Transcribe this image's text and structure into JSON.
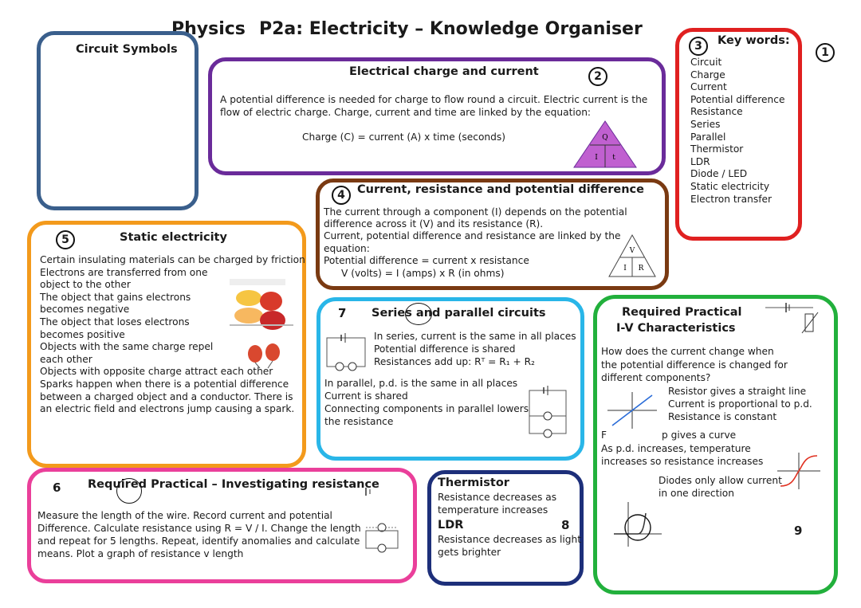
{
  "title": {
    "subject": "Physics",
    "topic": "P2a: Electricity – Knowledge Organiser"
  },
  "page_number": "1",
  "circuit_symbols": {
    "heading": "Circuit Symbols"
  },
  "charge_current": {
    "number": "2",
    "heading": "Electrical charge and current",
    "lines": [
      "A potential difference is needed for charge to flow round a circuit. Electric current is the",
      "flow of electric charge. Charge, current and time are linked by the equation:"
    ],
    "equation": "Charge (C) = current (A) x time (seconds)",
    "triangle": {
      "top": "Q",
      "left": "I",
      "right": "t"
    }
  },
  "key_words": {
    "number": "3",
    "heading": "Key words:",
    "items": [
      "Circuit",
      "Charge",
      "Current",
      "Potential difference",
      "Resistance",
      "Series",
      "Parallel",
      "Thermistor",
      "LDR",
      "Diode / LED",
      "Static electricity",
      "Electron transfer"
    ]
  },
  "current_resistance": {
    "number": "4",
    "heading": "Current, resistance and potential difference",
    "lines": [
      "The current through a component (I) depends on the potential",
      "difference across it (V) and its resistance (R).",
      "Current, potential difference and resistance are linked by the",
      "equation:",
      "Potential difference = current x resistance",
      "V (volts)  =  I (amps)  x  R (in ohms)"
    ],
    "triangle": {
      "top": "V",
      "left": "I",
      "right": "R"
    }
  },
  "static": {
    "number": "5",
    "heading": "Static electricity",
    "lines": [
      "Certain insulating materials can be charged by friction",
      "Electrons are transferred from one",
      "object to the other",
      "The object that gains electrons",
      "becomes negative",
      "The object that loses electrons",
      "becomes positive",
      "Objects with the same charge repel",
      "each other",
      "Objects with opposite charge attract each other",
      "Sparks happen when there is a potential difference",
      "between a charged object and a conductor. There is",
      "an electric field and electrons jump causing a spark."
    ]
  },
  "series_parallel": {
    "number": "7",
    "heading": "Series and parallel circuits",
    "series_lines": [
      "In series, current is the same in all places",
      "Potential difference is shared",
      "Resistances add up:  Rᵀ = R₁ + R₂"
    ],
    "parallel_lines": [
      "In parallel, p.d. is the same in all places",
      "Current is shared",
      "Connecting components in parallel lowers",
      "the resistance"
    ]
  },
  "iv": {
    "number": "9",
    "heading1": "Required Practical",
    "heading2": "I-V Characteristics",
    "question": [
      "How does the current change when",
      "the potential difference is changed for",
      "different components?"
    ],
    "resistor": [
      "Resistor gives a straight line",
      "Current is proportional to p.d.",
      "Resistance is constant"
    ],
    "filament_label": "F",
    "filament": [
      "p gives a curve",
      "As p.d. increases, temperature",
      "increases so resistance increases"
    ],
    "diode": [
      "Diodes only allow current",
      "in one direction"
    ]
  },
  "resistance_practical": {
    "number": "6",
    "heading": "Required Practical – Investigating resistance",
    "lines": [
      "Measure the length of the wire. Record current and potential",
      "Difference. Calculate resistance using R = V / I. Change the length",
      "and repeat for 5 lengths. Repeat, identify anomalies and calculate",
      "means. Plot a graph of resistance v length"
    ]
  },
  "thermistor_ldr": {
    "number": "8",
    "heading": "Thermistor",
    "thermistor_lines": [
      "Resistance decreases as",
      "temperature increases"
    ],
    "ldr_heading": "LDR",
    "ldr_lines": [
      "Resistance decreases as light",
      "gets brighter"
    ]
  },
  "colors": {
    "blue": "#3a5f8c",
    "purple": "#6a2b9a",
    "red": "#e02020",
    "brown": "#7a3a12",
    "orange": "#f39a1c",
    "cyan": "#29b6e8",
    "green": "#22b03c",
    "pink": "#ea3f9a",
    "navy": "#1d2f7a",
    "triangle": "#c060d0"
  },
  "icons": [
    "circuit-diagram-icon",
    "charge-triangle-icon",
    "voltmeter-icon",
    "ammeter-icon",
    "balloon-icon",
    "graph-icon"
  ]
}
